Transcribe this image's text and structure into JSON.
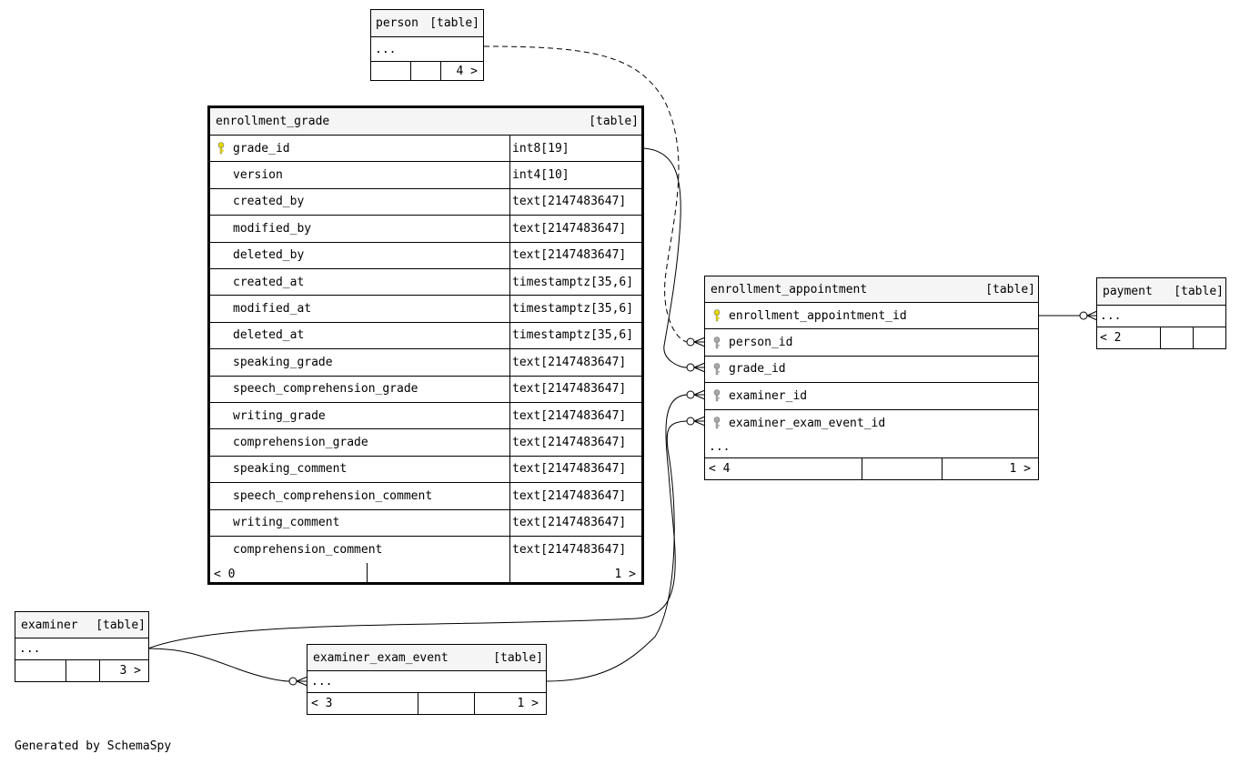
{
  "footer": "Generated by SchemaSpy",
  "colors": {
    "pk_key": "#e6d800",
    "fk_key": "#a8a8a8",
    "header_bg": "#f5f5f5"
  },
  "person": {
    "name": "person",
    "tag": "[table]",
    "ellipsis": "...",
    "foot_right": "4 >"
  },
  "enrollment_grade": {
    "name": "enrollment_grade",
    "tag": "[table]",
    "columns": [
      {
        "name": "grade_id",
        "type": "int8[19]",
        "key": "pk"
      },
      {
        "name": "version",
        "type": "int4[10]"
      },
      {
        "name": "created_by",
        "type": "text[2147483647]"
      },
      {
        "name": "modified_by",
        "type": "text[2147483647]"
      },
      {
        "name": "deleted_by",
        "type": "text[2147483647]"
      },
      {
        "name": "created_at",
        "type": "timestamptz[35,6]"
      },
      {
        "name": "modified_at",
        "type": "timestamptz[35,6]"
      },
      {
        "name": "deleted_at",
        "type": "timestamptz[35,6]"
      },
      {
        "name": "speaking_grade",
        "type": "text[2147483647]"
      },
      {
        "name": "speech_comprehension_grade",
        "type": "text[2147483647]"
      },
      {
        "name": "writing_grade",
        "type": "text[2147483647]"
      },
      {
        "name": "comprehension_grade",
        "type": "text[2147483647]"
      },
      {
        "name": "speaking_comment",
        "type": "text[2147483647]"
      },
      {
        "name": "speech_comprehension_comment",
        "type": "text[2147483647]"
      },
      {
        "name": "writing_comment",
        "type": "text[2147483647]"
      },
      {
        "name": "comprehension_comment",
        "type": "text[2147483647]"
      }
    ],
    "foot_left": "< 0",
    "foot_right": "1 >"
  },
  "enrollment_appointment": {
    "name": "enrollment_appointment",
    "tag": "[table]",
    "columns": [
      {
        "name": "enrollment_appointment_id",
        "key": "pk"
      },
      {
        "name": "person_id",
        "key": "fk"
      },
      {
        "name": "grade_id",
        "key": "fk"
      },
      {
        "name": "examiner_id",
        "key": "fk"
      },
      {
        "name": "examiner_exam_event_id",
        "key": "fk"
      }
    ],
    "ellipsis": "...",
    "foot_left": "< 4",
    "foot_right": "1 >"
  },
  "payment": {
    "name": "payment",
    "tag": "[table]",
    "ellipsis": "...",
    "foot_left": "< 2"
  },
  "examiner": {
    "name": "examiner",
    "tag": "[table]",
    "ellipsis": "...",
    "foot_right": "3 >"
  },
  "examiner_exam_event": {
    "name": "examiner_exam_event",
    "tag": "[table]",
    "ellipsis": "...",
    "foot_left": "< 3",
    "foot_right": "1 >"
  }
}
